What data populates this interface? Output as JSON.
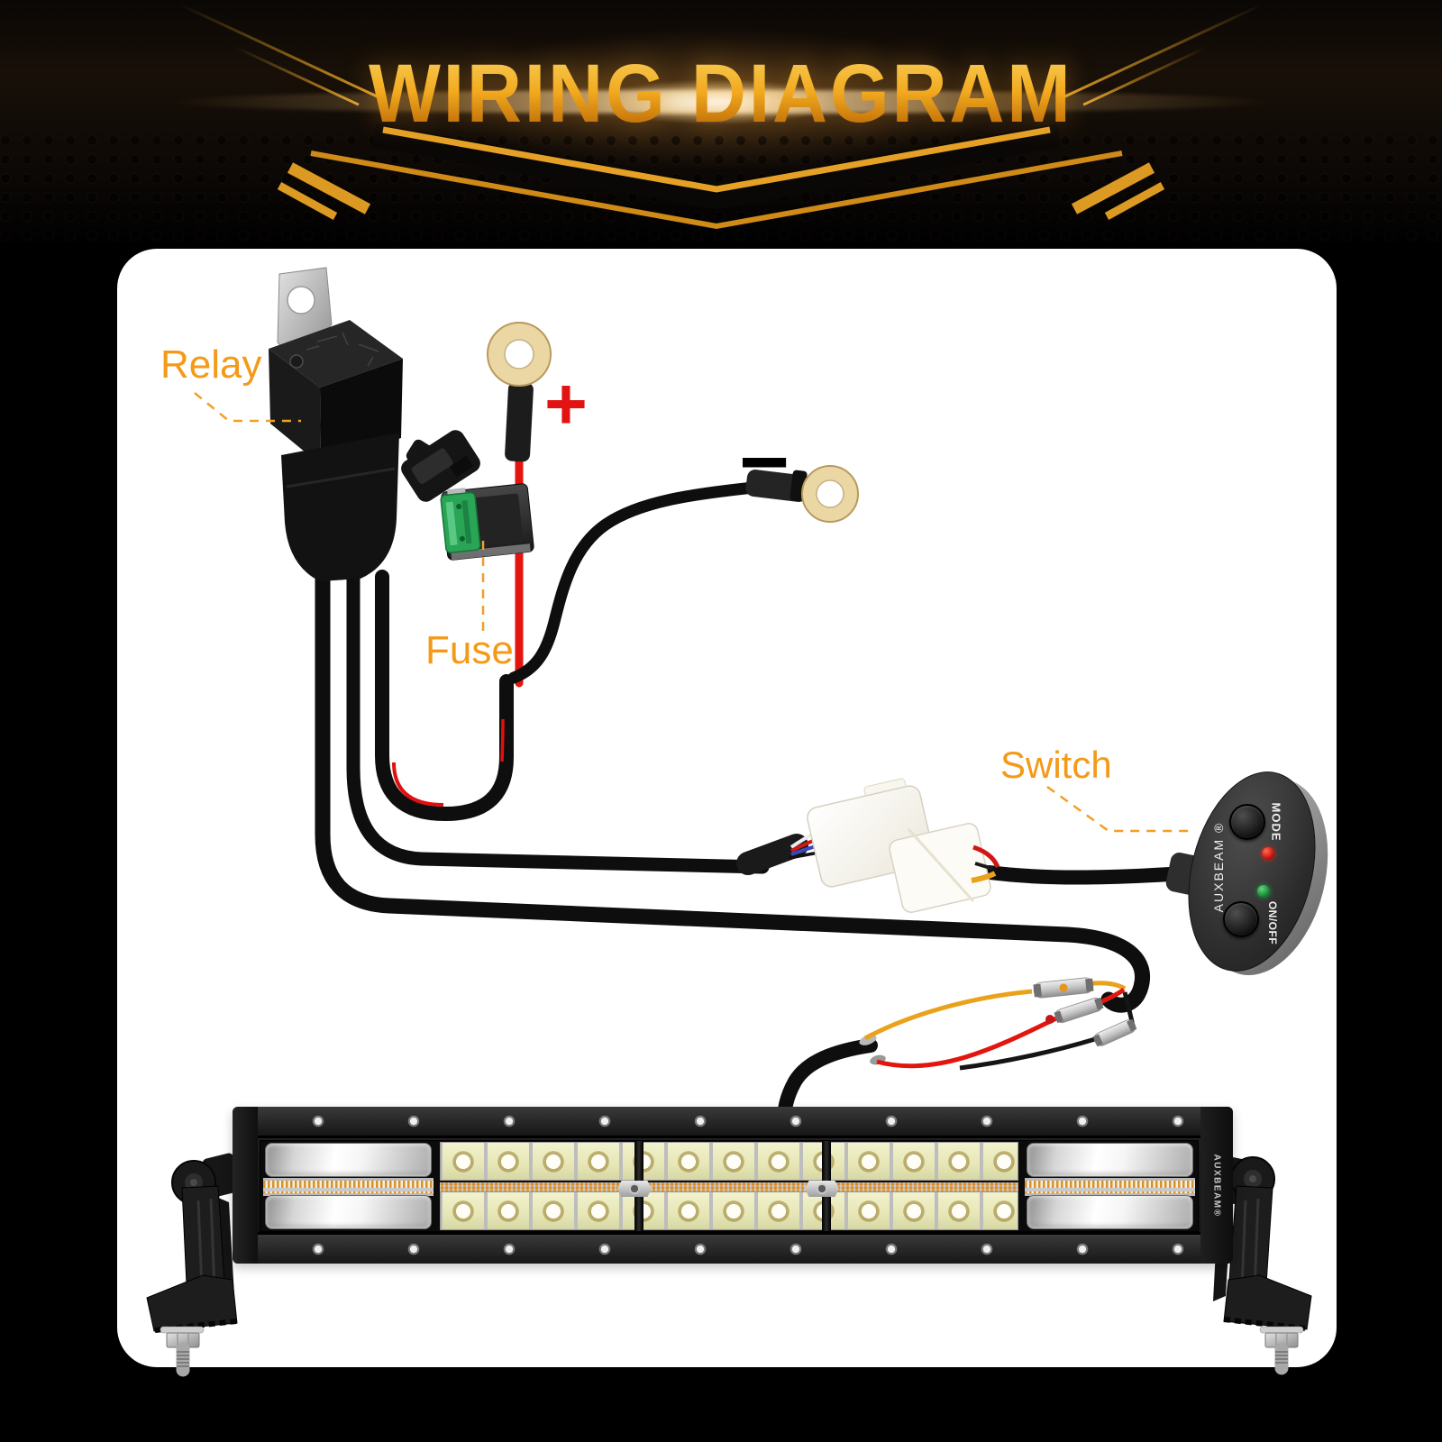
{
  "header": {
    "title": "WIRING DIAGRAM"
  },
  "labels": {
    "relay": "Relay",
    "fuse": "Fuse",
    "switch": "Switch",
    "positive": "+",
    "negative": "−"
  },
  "switch_remote": {
    "brand": "AUXBEAM ®",
    "mode": "MODE",
    "onoff": "ON/OFF",
    "led_colors": [
      "#e02415",
      "#2fae46"
    ]
  },
  "light_bar": {
    "brand": "AUXBEAM®"
  },
  "palette": {
    "accent_orange": "#f49a18",
    "gold": "#e8a428",
    "positive_red": "#e21313",
    "wire_black": "#0e0e0e",
    "wire_red": "#e3150f",
    "wire_yellow": "#eaa21b",
    "fuse_green": "#2ea05a"
  }
}
